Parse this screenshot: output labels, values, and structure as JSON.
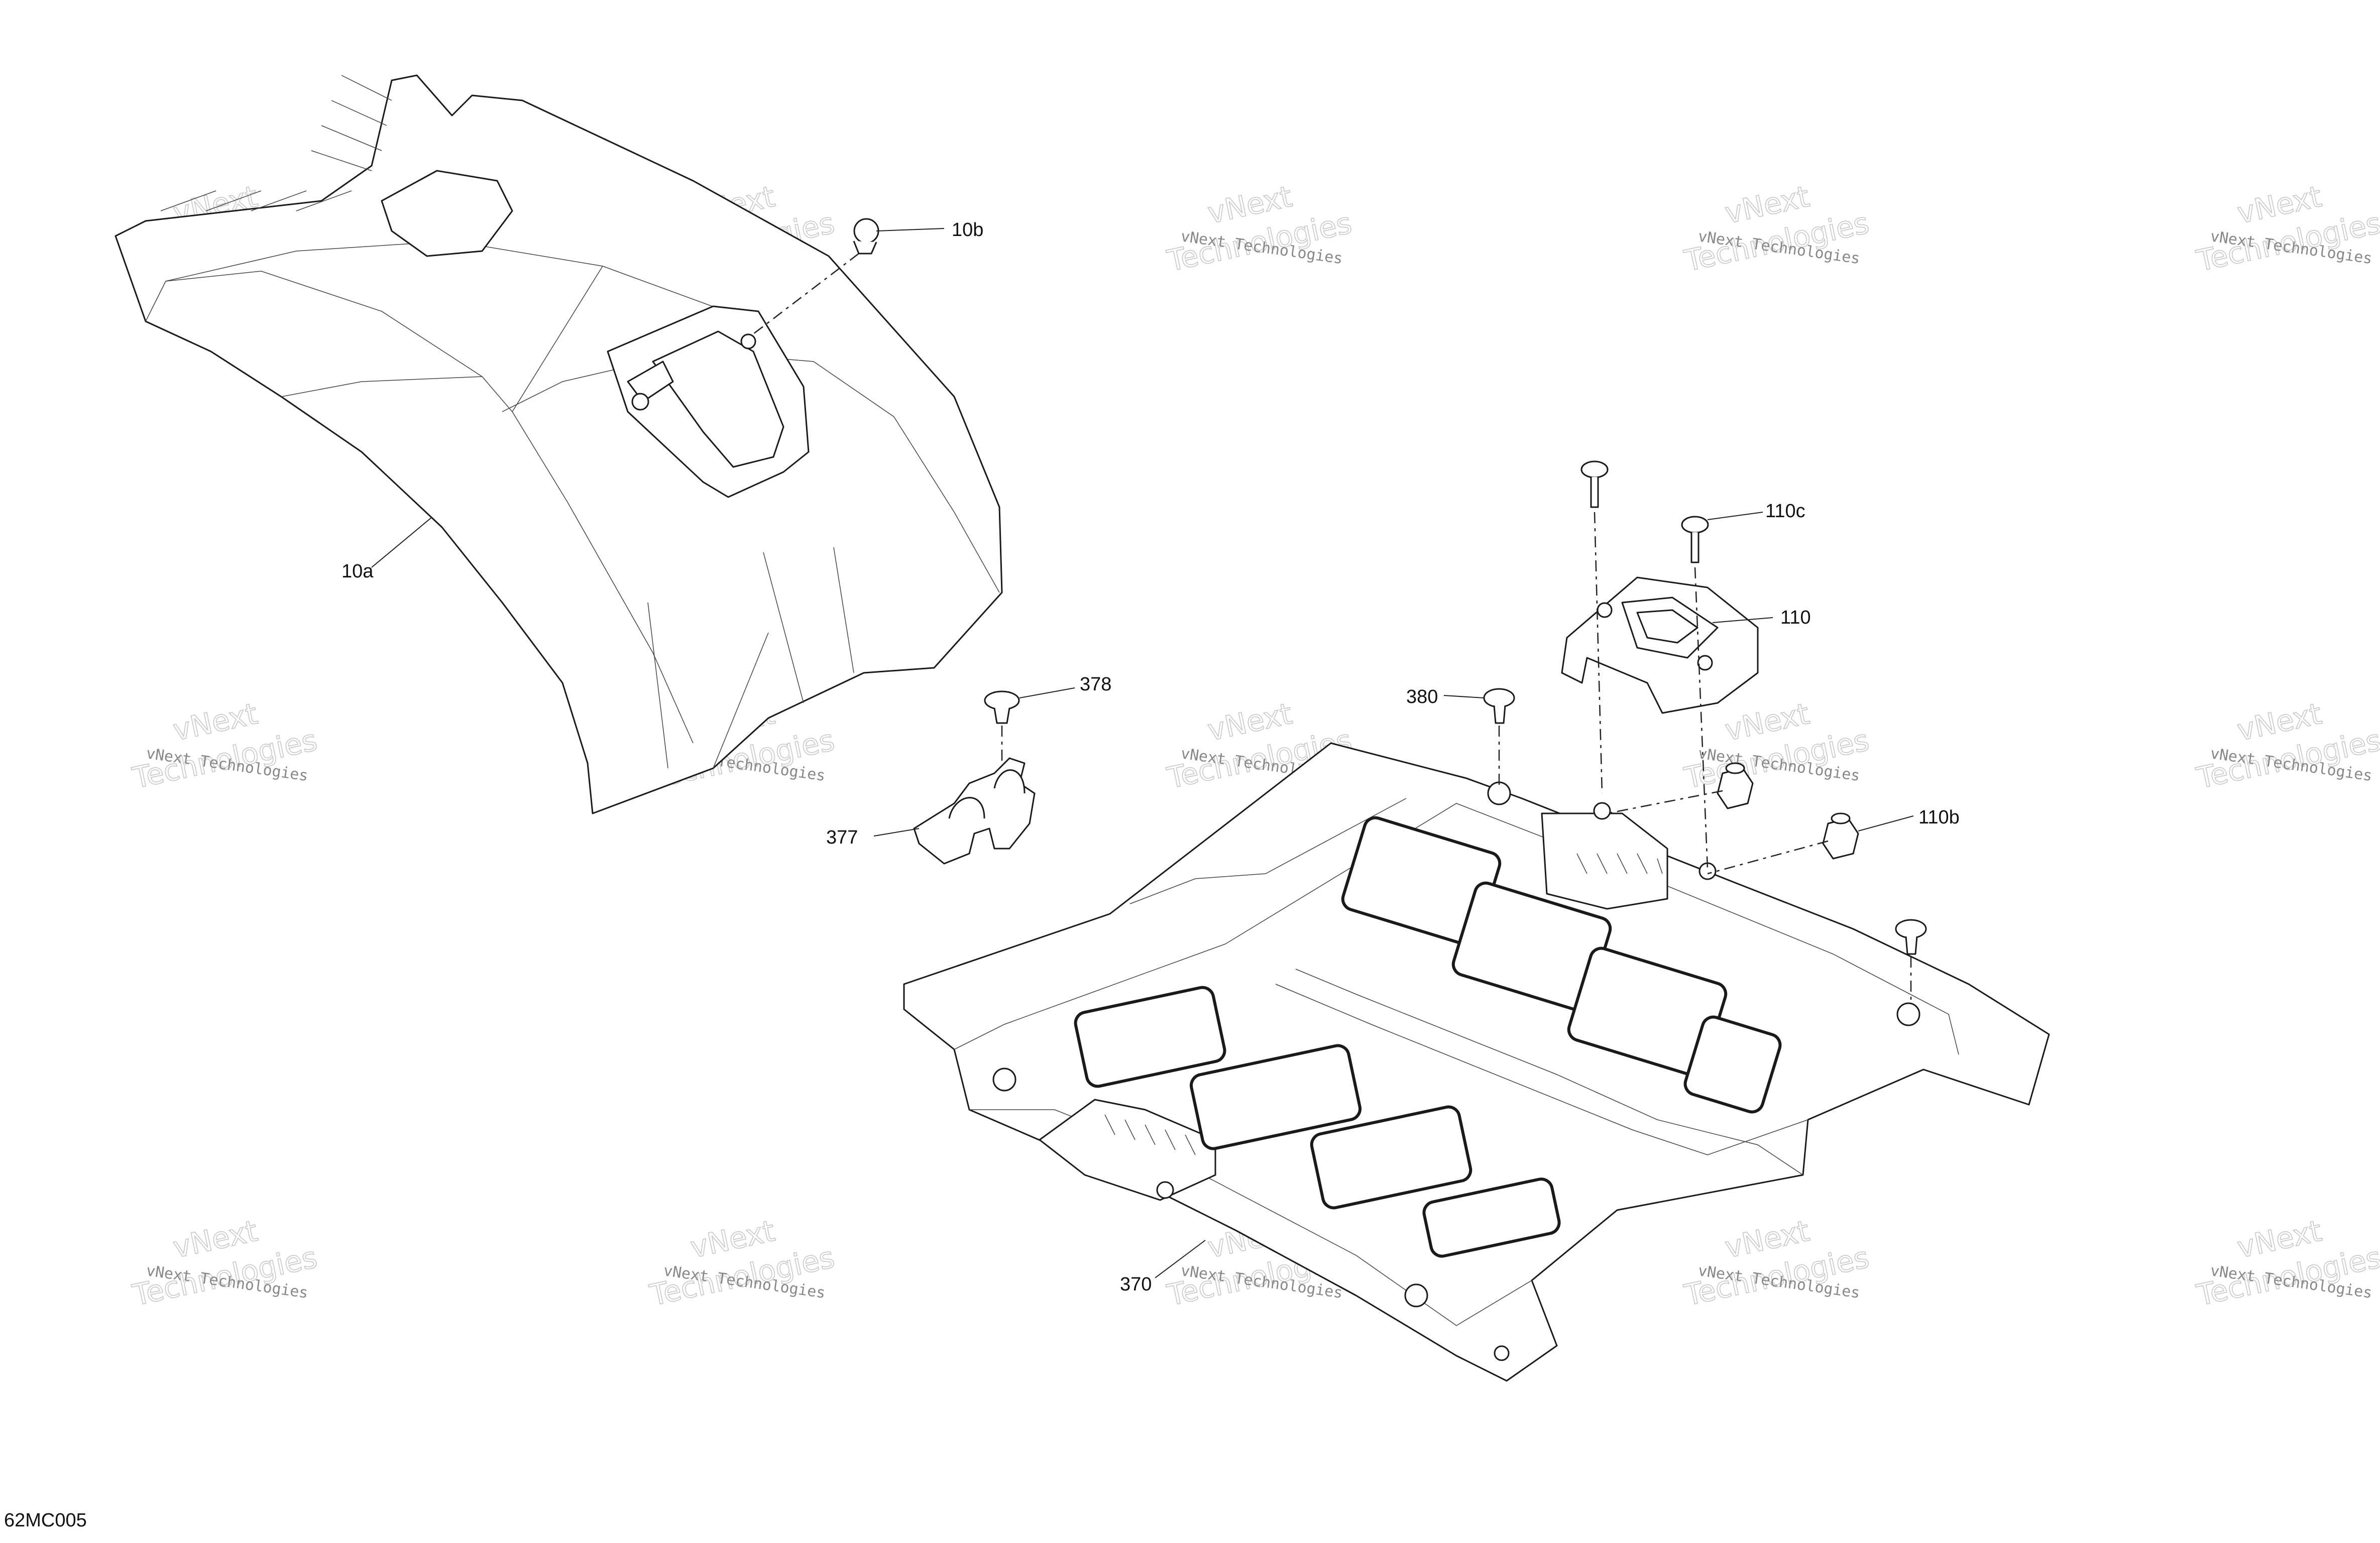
{
  "figure_ref": "62MC005",
  "watermark": {
    "line1": "vNext Technologies",
    "line2": "vNext",
    "line3": "Technologies"
  },
  "callouts": [
    {
      "id": "10a",
      "label": "10a"
    },
    {
      "id": "10b",
      "label": "10b"
    },
    {
      "id": "110",
      "label": "110"
    },
    {
      "id": "110b",
      "label": "110b"
    },
    {
      "id": "110c",
      "label": "110c"
    },
    {
      "id": "370",
      "label": "370"
    },
    {
      "id": "377",
      "label": "377"
    },
    {
      "id": "378",
      "label": "378"
    },
    {
      "id": "380",
      "label": "380"
    }
  ]
}
